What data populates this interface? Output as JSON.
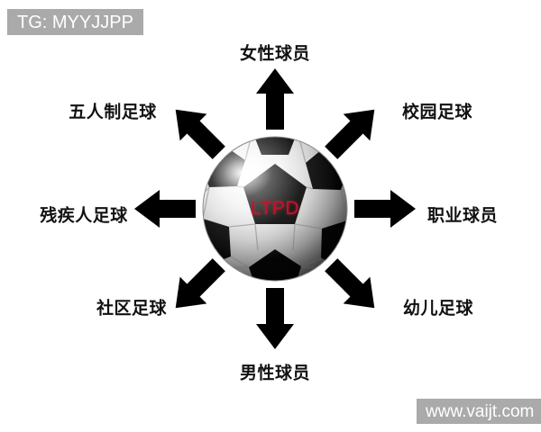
{
  "diagram": {
    "type": "radial-hub-and-spoke",
    "hub": {
      "icon": "soccer-ball",
      "center_label": "LTPD"
    },
    "spokes": [
      {
        "id": "top",
        "label": "女性球员",
        "direction": "up",
        "angle_deg": 90
      },
      {
        "id": "top-right",
        "label": "校园足球",
        "direction": "up-right",
        "angle_deg": 45
      },
      {
        "id": "right",
        "label": "职业球员",
        "direction": "right",
        "angle_deg": 0
      },
      {
        "id": "bottom-right",
        "label": "幼儿足球",
        "direction": "down-right",
        "angle_deg": -45
      },
      {
        "id": "bottom",
        "label": "男性球员",
        "direction": "down",
        "angle_deg": -90
      },
      {
        "id": "bottom-left",
        "label": "社区足球",
        "direction": "down-left",
        "angle_deg": -135
      },
      {
        "id": "left",
        "label": "残疾人足球",
        "direction": "left",
        "angle_deg": 180
      },
      {
        "id": "top-left",
        "label": "五人制足球",
        "direction": "up-left",
        "angle_deg": 135
      }
    ]
  },
  "watermarks": {
    "top_left": "TG: MYYJJPP",
    "bottom_right": "www.vaijt.com"
  },
  "colors": {
    "background": "#ffffff",
    "arrow": "#000000",
    "label_text": "#111111",
    "center_text": "#c8102e",
    "watermark_bg": "#aaaaaa",
    "watermark_text": "#ffffff",
    "ball_panel_dark": "#000000",
    "ball_panel_light": "#e8e8e8"
  }
}
